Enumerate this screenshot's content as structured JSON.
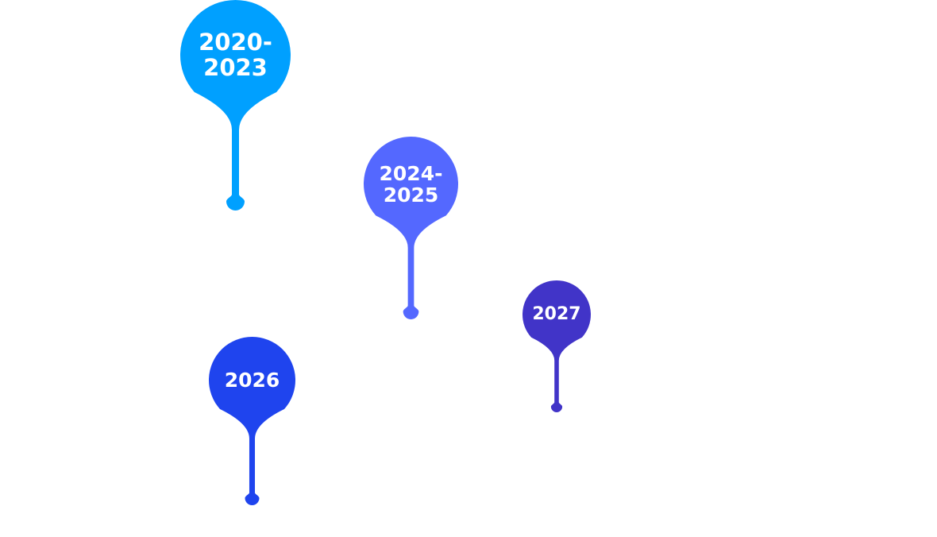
{
  "pins": [
    {
      "line1": "2020-",
      "line2": "2023",
      "color": "#00a0ff"
    },
    {
      "line1": "2024-",
      "line2": "2025",
      "color": "#5468ff"
    },
    {
      "line1": "2026",
      "line2": "",
      "color": "#1f44ee"
    },
    {
      "line1": "2027",
      "line2": "",
      "color": "#4134c8"
    }
  ]
}
